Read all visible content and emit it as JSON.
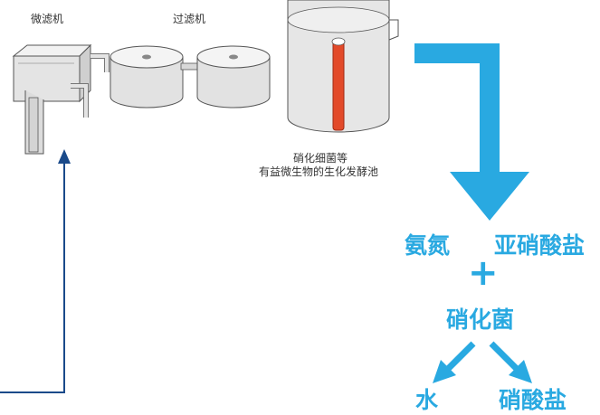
{
  "labels": {
    "micro_filter": "微滤机",
    "filter": "过滤机",
    "bio_tank_line1": "硝化细菌等",
    "bio_tank_line2": "有益微生物的生化发酵池"
  },
  "reaction": {
    "ammonia": "氨氮",
    "nitrite": "亚硝酸盐",
    "plus": "+",
    "bacteria": "硝化菌",
    "water": "水",
    "nitrate": "硝酸盐"
  },
  "colors": {
    "accent_blue": "#29a9e1",
    "return_line": "#1a4a8a",
    "pipe_red": "#e24a2a",
    "equipment": "#e6e6e6"
  }
}
